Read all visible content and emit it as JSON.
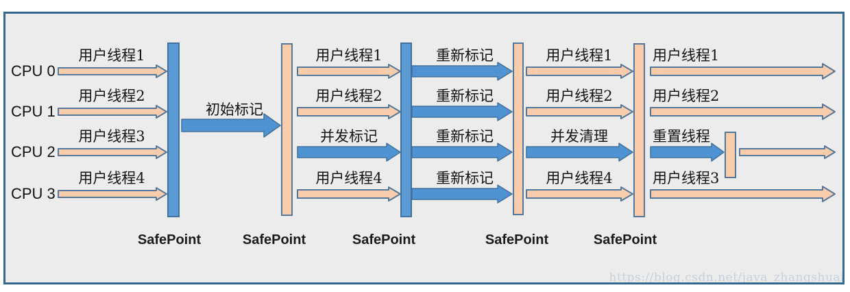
{
  "diagram": {
    "cpu_labels": [
      "CPU 0",
      "CPU 1",
      "CPU 2",
      "CPU 3"
    ],
    "phase1_threads": [
      "用户线程1",
      "用户线程2",
      "用户线程3",
      "用户线程4"
    ],
    "initial_mark_label": "初始标记",
    "phase2_threads": [
      "用户线程1",
      "用户线程2",
      "并发标记",
      "用户线程4"
    ],
    "phase3_threads": [
      "重新标记",
      "重新标记",
      "重新标记",
      "重新标记"
    ],
    "phase4_threads": [
      "用户线程1",
      "用户线程2",
      "并发清理",
      "用户线程4"
    ],
    "phase5_threads": [
      "用户线程1",
      "用户线程2",
      "重置线程",
      "用户线程3"
    ],
    "safepoint_labels": [
      "SafePoint",
      "SafePoint",
      "SafePoint",
      "SafePoint",
      "SafePoint"
    ],
    "watermark": "https://blog.csdn.net/java_zhangshuai",
    "colors": {
      "bar_blue": "#5b9ad3",
      "bar_orange": "#f9cdab",
      "arrow_blue": "#4f93d2",
      "arrow_orange": "#f9cdab",
      "outline_slate": "#54779c",
      "outline_blue": "#41719c",
      "background": "#ececec",
      "frame_border": "#35688e"
    }
  }
}
